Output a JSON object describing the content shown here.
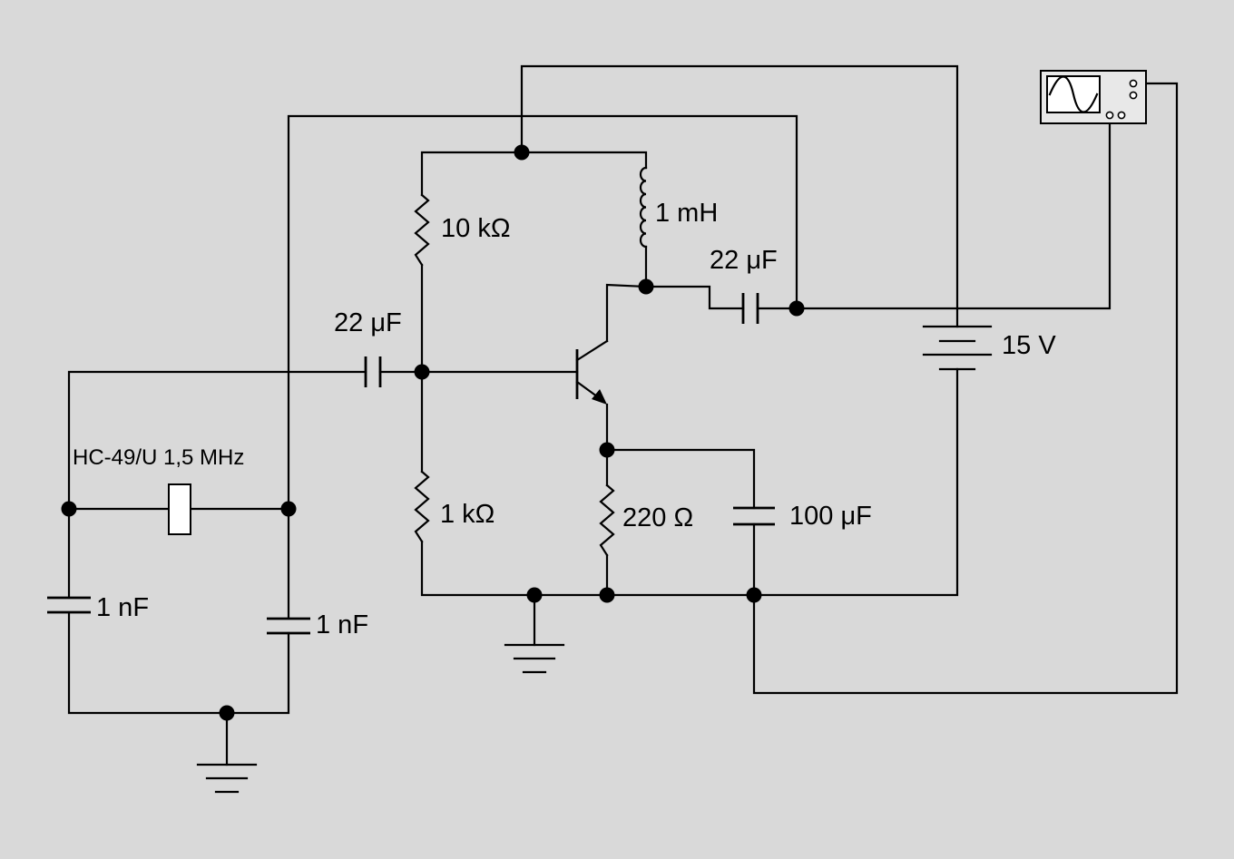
{
  "components": {
    "r_bias_top": {
      "label": "10 kΩ"
    },
    "r_bias_bottom": {
      "label": "1 kΩ"
    },
    "r_emitter": {
      "label": "220 Ω"
    },
    "inductor": {
      "label": "1 mH"
    },
    "c_input": {
      "label": "22 μF"
    },
    "c_output": {
      "label": "22 μF"
    },
    "c_emitter_bypass": {
      "label": "100 μF"
    },
    "c_left": {
      "label": "1 nF"
    },
    "c_right": {
      "label": "1 nF"
    },
    "crystal": {
      "label": "HC-49/U 1,5 MHz"
    },
    "battery": {
      "label": "15 V"
    }
  },
  "colors": {
    "background": "#d9d9d9",
    "ink": "#000000",
    "instrument_screen": "#ffffff"
  },
  "icons": {
    "oscilloscope": "oscilloscope-icon",
    "ground": "ground-icon"
  }
}
